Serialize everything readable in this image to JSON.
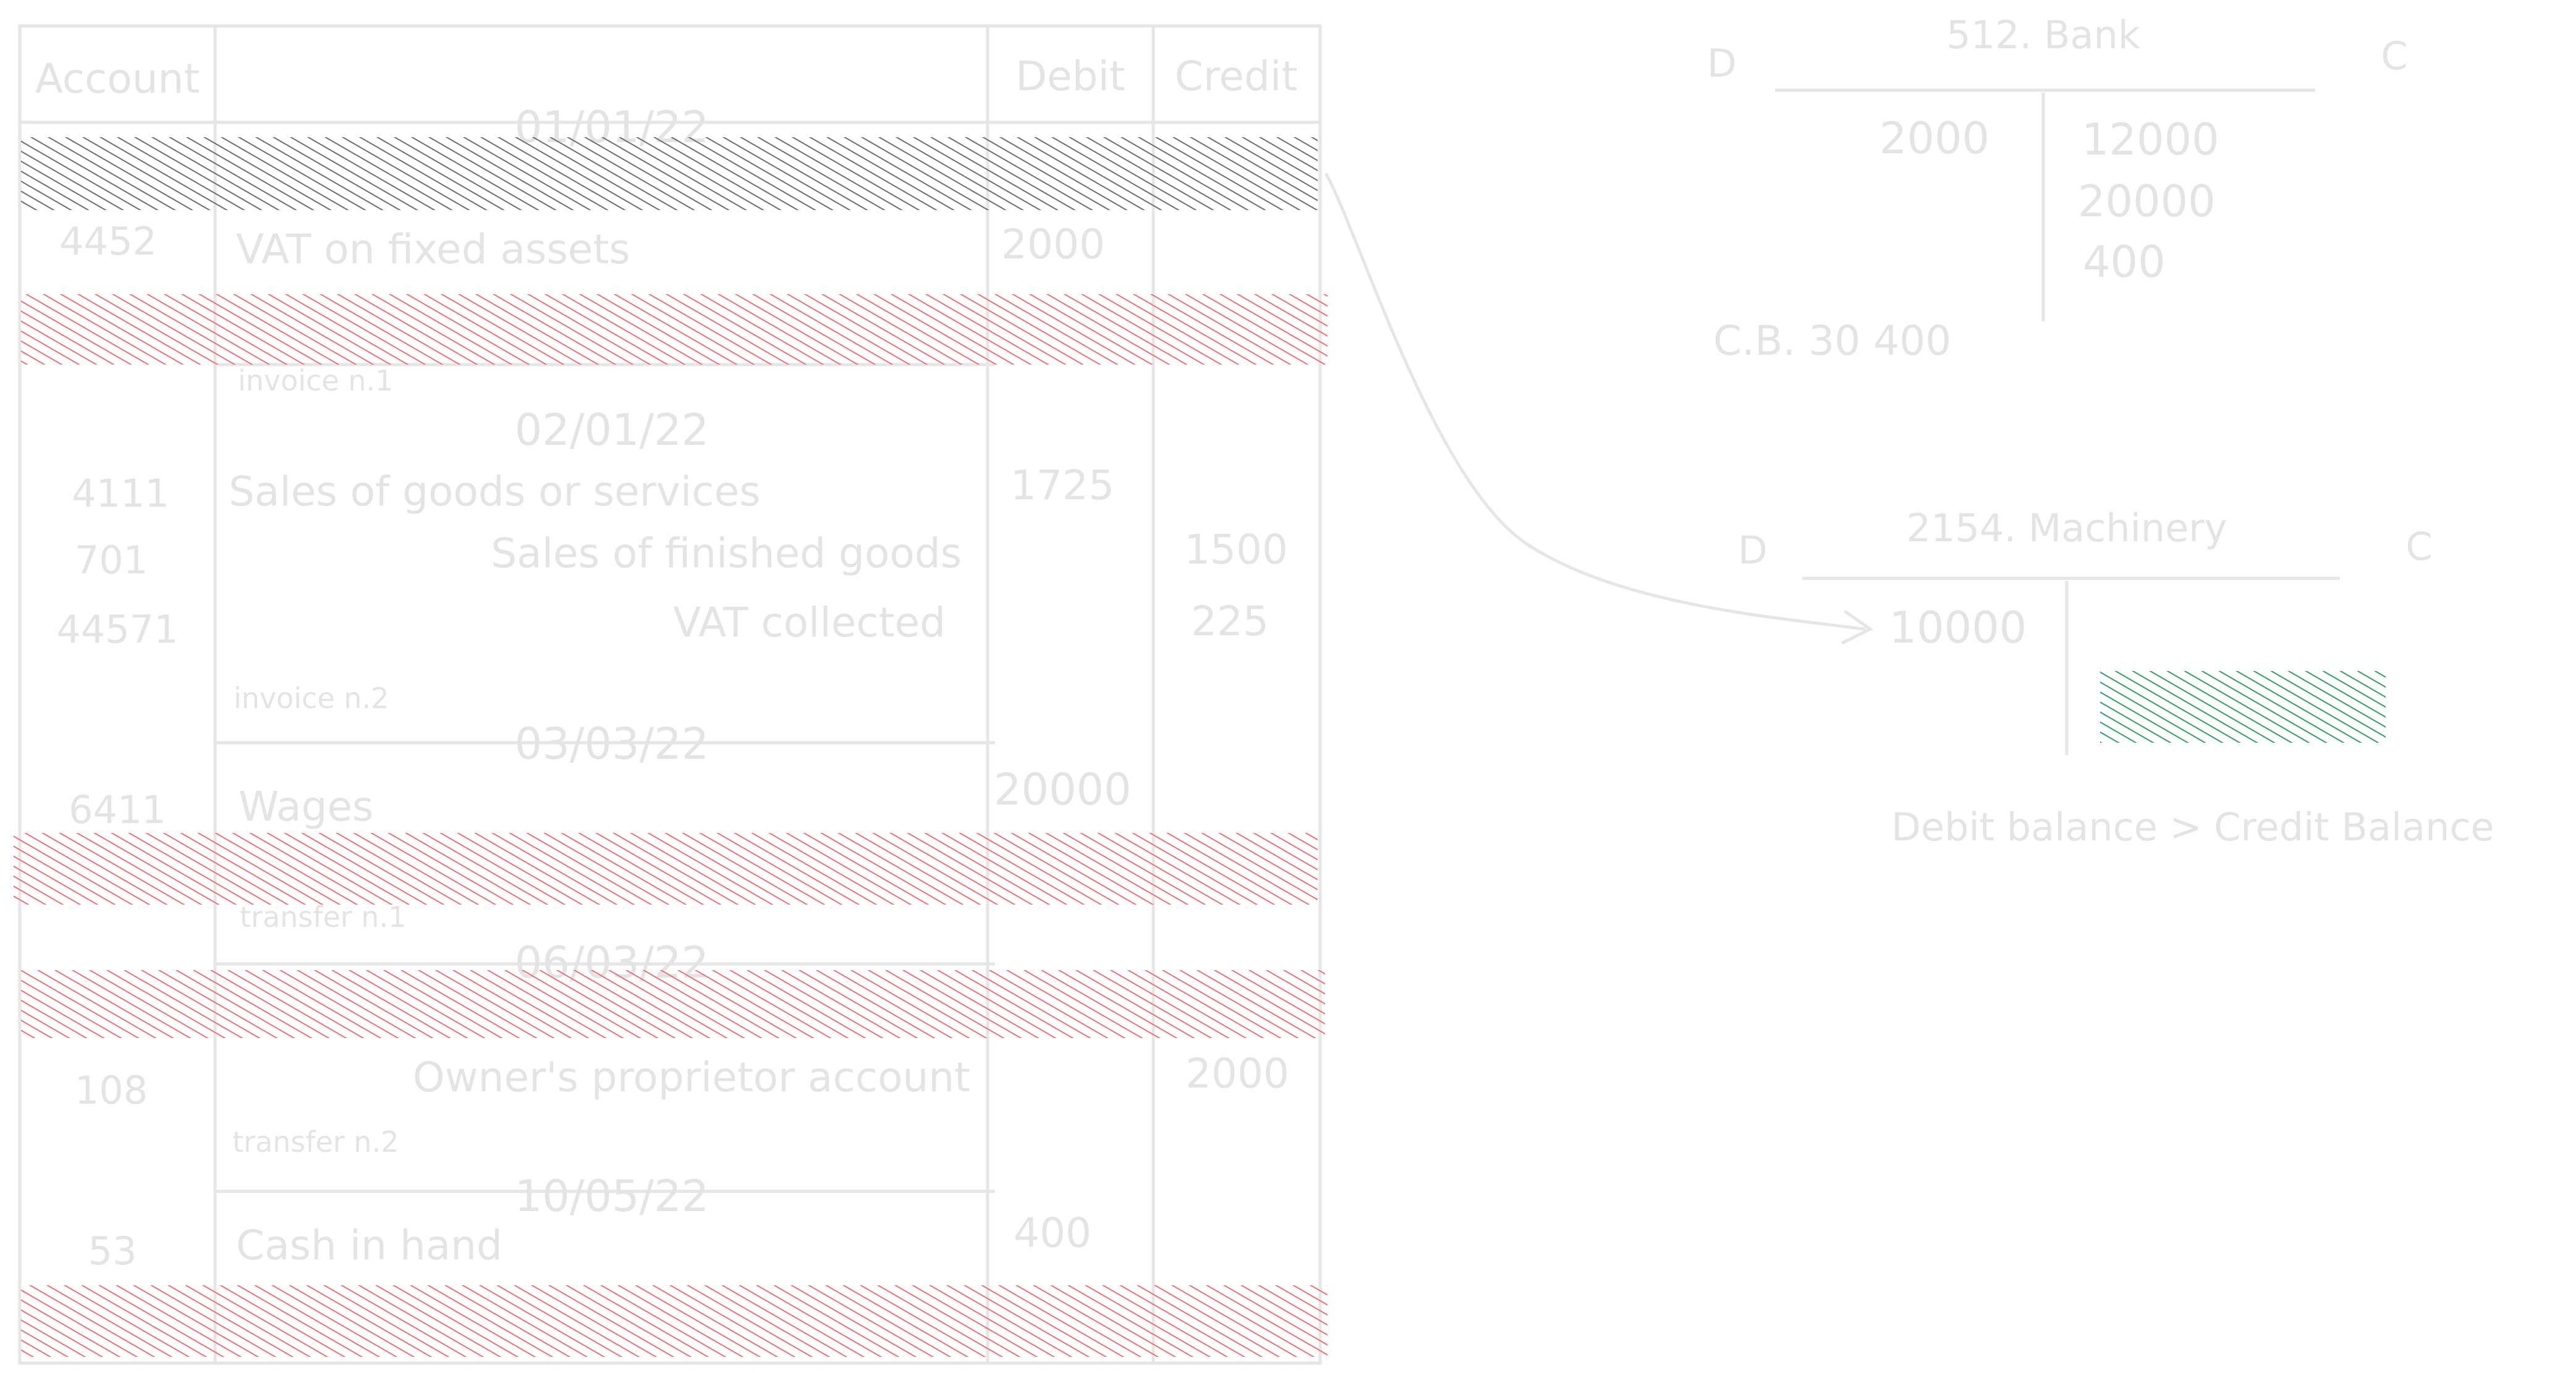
{
  "journal": {
    "headers": {
      "account": "Account",
      "debit": "Debit",
      "credit": "Credit"
    },
    "dates": [
      "01/01/22",
      "02/01/22",
      "03/03/22",
      "06/03/22",
      "10/05/22"
    ],
    "entries": [
      {
        "account": "4452",
        "label": "VAT on fixed assets",
        "debit": "2000",
        "credit": ""
      },
      {
        "account": "4111",
        "label": "Sales of goods or services",
        "debit": "1725",
        "credit": ""
      },
      {
        "account": "701",
        "label": "Sales of finished goods",
        "debit": "",
        "credit": "1500"
      },
      {
        "account": "44571",
        "label": "VAT collected",
        "debit": "",
        "credit": "225"
      },
      {
        "account": "6411",
        "label": "Wages",
        "debit": "20000",
        "credit": ""
      },
      {
        "account": "108",
        "label": "Owner's proprietor account",
        "debit": "",
        "credit": "2000"
      },
      {
        "account": "53",
        "label": "Cash in hand",
        "debit": "400",
        "credit": ""
      }
    ],
    "notes": [
      "invoice n.1",
      "invoice n.2",
      "transfer n.1",
      "transfer n.2"
    ],
    "highlight_colors": {
      "grey": "#7a7a7a",
      "red": "#f08080",
      "green": "#2e9e6a"
    }
  },
  "t_accounts": [
    {
      "title": "512. Bank",
      "debit_marker": "D",
      "credit_marker": "C",
      "debits": [
        "2000"
      ],
      "credits": [
        "12000",
        "20000",
        "400"
      ],
      "balance": "C.B. 30 400"
    },
    {
      "title": "2154. Machinery",
      "debit_marker": "D",
      "credit_marker": "C",
      "debits": [
        "10000"
      ],
      "credits": [],
      "note": "Debit balance > Credit Balance"
    }
  ]
}
